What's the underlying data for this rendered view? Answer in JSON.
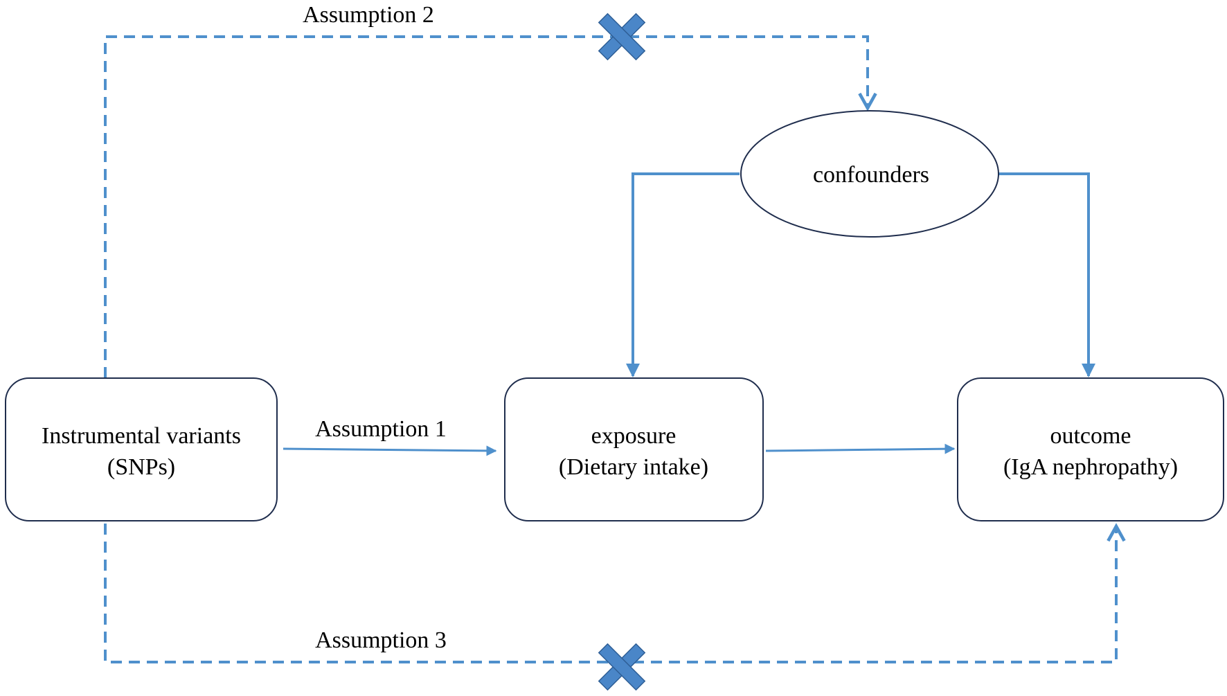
{
  "nodes": {
    "instrument": {
      "line1": "Instrumental variants",
      "line2": "(SNPs)"
    },
    "exposure": {
      "line1": "exposure",
      "line2": "(Dietary intake)"
    },
    "outcome": {
      "line1": "outcome",
      "line2": "(IgA nephropathy)"
    },
    "confounders": {
      "label": "confounders"
    }
  },
  "edges": {
    "assumption1": {
      "label": "Assumption 1"
    },
    "assumption2": {
      "label": "Assumption 2",
      "blocked": true
    },
    "assumption3": {
      "label": "Assumption 3",
      "blocked": true
    }
  },
  "colors": {
    "line": "#4f90cc",
    "cross": "#4a86c8",
    "node_border": "#1f2d4d"
  }
}
